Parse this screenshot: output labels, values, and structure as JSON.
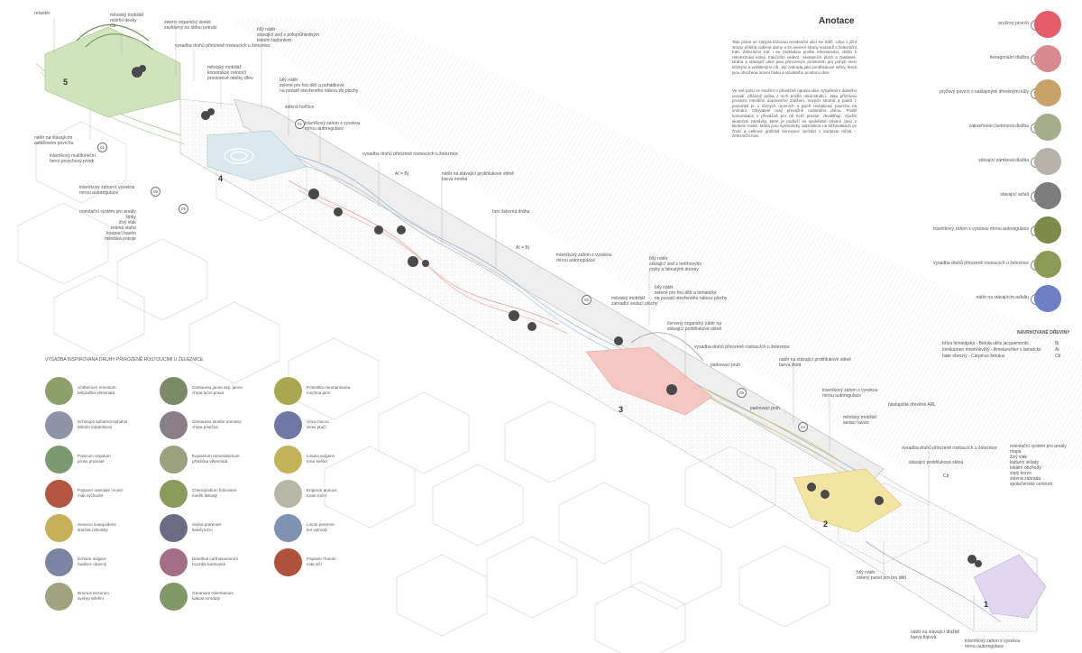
{
  "zones": [
    "5",
    "4",
    "3",
    "2",
    "1"
  ],
  "annotations": [
    "retardér",
    "městský mobiliář\nreliéfní desky\nCb",
    "zelený organický skelet\nzavěšený na stěnu potrubí",
    "bílý nátěr\nstávající zeď s poloprůhledným\nlesním bažantem",
    "vysadba druhů přirozeně rostoucích u železnice",
    "městský mobiliář\nkonstrukce celoročí\nprostorové otáčky dřev",
    "bílý nátěr\nzelené pro hru dětí a pohádkové\nna pozadí otevřeného nálezu do plochy",
    "zelená hořčice",
    "trávníkový zahon s vysokou\nmírou autoregulace",
    "nátěr na stávajícím\nasfaltovém povrchu",
    "trávníkový multifunkční\nherní povrchový prvek",
    "trávníkový zahon s vysokou\nmírou autoregulace",
    "orientační systém pro areály\nšipky\nživý vlak\nzelená stuha\nkoupací bazén\nměstská pokoje",
    "vysadba druhů přirozeně rostoucích u železnice",
    "nátěr na stávající protihlukové stěně\nbarva modrá",
    "AI = Bj",
    "hrní železná dráha",
    "AI = Bj",
    "trávníkový zahon s vysokou\nmírou autoregulace",
    "bílý nátěr\nstávající zeď s netrhovými\nprvky a listnatými stromy",
    "městský mobiliář\nzahradní sedací plochy",
    "bílý nátěr\nzelené pro hru dětí a tematické\nna pozadí otevřeného nálezu plochy",
    "červený organický nátěr na\nstávající protihlukové stěně",
    "vysadba druhů přirozeně rostoucích u železnice",
    "parkovací pruh",
    "nátěr na stávající protihlukové stěně\nbarva žlutá",
    "trávníkový zahon s vysokou\nmírou autoregulace",
    "parkovací pruh",
    "městský mobiliář\nsedací lavice",
    "nástupiště dřevěné ARL",
    "vysadba druhů přirozeně rostoucích u železnice",
    "stávající protihluková stěna",
    "Cb",
    "orientační systém pro areály\nmapa\nživý vlak\nkulturní sklady\nlokální obchody\nzlatý korzo\nzelená zahrada\nspolečenské centrum",
    "bílý nátěr\nzelený panel pro hru dětí",
    "nátěr na stávající dlažbě\nbarva fialová",
    "trávníkový zahon s vysokou\nmírou autoregulace"
  ],
  "anotace": {
    "title": "Anotace",
    "p1": "Tato práce se zabývá klíčovou rezidenční ulicí Ke Zdiří. Ulice z jižní strany přiléhá rodinné domy a ze severní strany sousedí s železniční tratí. Železniční trať i se zastávkou prošla rekonstrukcí, došlo k rekonstrukci kolejí, trakčního vedení, nástupních ploch a zastávek. Dráha a stávající ulice jsou přirozeným prostorem pro pohyb mezi blízkými a vzdálenými cíli. Její zahrada jako protihlukové stěny, která jsou ohrožena úrovní hluku a vizuálního prostoru ulice.",
    "p2": "Ve své práci se snažím o převážně úpravu ulice vytvářením dobrého pozadí, přičemž jedna z nich prošla rekonstrukcí. Jako příznivou prostoru menšího dopravního zatížení, nových stromů a parků z pozemků je v různých úrovních a jejich revitalizaci povrchu na vnímání. Obyvatelé mají převážně rodinného domu. Podél komunikace s převážně pro ně tvoří prostor, zkvalitňují. Využití skutečné zastávky, které je podloží ve spolehlivé trávení času v klidném místě. Místa jsou symbolicky zakreslena na křižovatkách ve čtvrtí a celková grafická koncepce vychází z kontextu místa – železniční trati."
  },
  "legend": [
    {
      "num": "01",
      "label": "pryžový povrch",
      "color": "#e35d6a"
    },
    {
      "num": "02",
      "label": "hexagonální dlažba",
      "color": "#d88a8e"
    },
    {
      "num": "03",
      "label": "pryžový povrch s nášlapnými dřevěnými kůly",
      "color": "#c9a26a"
    },
    {
      "num": "04",
      "label": "zatravňovací betonová dlažba",
      "color": "#a6ad8c"
    },
    {
      "num": "05",
      "label": "stávající zámková dlažba",
      "color": "#b7b3a8"
    },
    {
      "num": "06",
      "label": "stávající asfalt",
      "color": "#7d7d7d"
    },
    {
      "num": "07",
      "label": "trávníkový zahon s vysokou mírou autoregulace",
      "color": "#7d8a4a"
    },
    {
      "num": "08",
      "label": "vysadba druhů přirozeně rostoucích u železnice",
      "color": "#8c9a55"
    },
    {
      "num": "09",
      "label": "nátěr na stávajícím asfaltu",
      "color": "#6f7fc4"
    }
  ],
  "trees": {
    "title": "NAVRHOVANÉ DŘEVINY",
    "rows": [
      {
        "name": "bříza himalájská - Betula utilis jacquemontii",
        "code": "Bj"
      },
      {
        "name": "lomikámen mnohokvětý - Amelanchier x lamarckii",
        "code": "Al"
      },
      {
        "name": "habr obecný - Carpinus betulus",
        "code": "Cb"
      }
    ]
  },
  "plants": {
    "title": "VÝSADBA INSPIROVANÁ DRUHY PŘIROZENĚ ROSTOUCÍMI U ŽELEZNICE",
    "items": [
      {
        "lat": "Anthemum remosum",
        "cz": "bělozářka větevnatá",
        "color": "#8ea069"
      },
      {
        "lat": "Centaurea jacea ssp. jacea",
        "cz": "chrpa luční pravá",
        "color": "#7a8a66"
      },
      {
        "lat": "Potentilla neumanniana",
        "cz": "mochna jarní",
        "color": "#a9a752"
      },
      {
        "lat": "Echinops sphaerocephalus",
        "cz": "bělotrn kulatohlavý",
        "color": "#8f93a6"
      },
      {
        "lat": "Centaurea stoebe arenaria",
        "cz": "chrpa písečná",
        "color": "#8a7f86"
      },
      {
        "lat": "Vicia cracca",
        "cz": "vikev ptačí",
        "color": "#6f78a4"
      },
      {
        "lat": "Panicum virgatum",
        "cz": "proso prutnaté",
        "color": "#7c9a72"
      },
      {
        "lat": "Equisetum ramosissimum",
        "cz": "přeslička větevnatá",
        "color": "#9ba17d"
      },
      {
        "lat": "Linaria vulgaris",
        "cz": "lnice květel",
        "color": "#c2b25a"
      },
      {
        "lat": "Papaver orientale 'Anvia'",
        "cz": "mák východní",
        "color": "#b45542"
      },
      {
        "lat": "Chenopodium folicosum",
        "cz": "merlík listnatý",
        "color": "#8a9a5a"
      },
      {
        "lat": "Erigeron annuus",
        "cz": "turan roční",
        "color": "#b7b7a8"
      },
      {
        "lat": "Senecio inaequidens",
        "cz": "starček úzkolistý",
        "color": "#c7b158"
      },
      {
        "lat": "Salvia pratensis",
        "cz": "šalvěj luční",
        "color": "#6c6c84"
      },
      {
        "lat": "Linum perenne",
        "cz": "len vytrvalý",
        "color": "#7f92b4"
      },
      {
        "lat": "Echium vulgare",
        "cz": "hadinec obecný",
        "color": "#7b84a2"
      },
      {
        "lat": "Dianthus carthusianorum",
        "cz": "hvozdík kartouzek",
        "color": "#a46f86"
      },
      {
        "lat": "Papaver rhoeas",
        "cz": "mák vlčí",
        "color": "#b0513c"
      },
      {
        "lat": "Bromus tectorum",
        "cz": "sveřep střešní",
        "color": "#a3a27e"
      },
      {
        "lat": "Geranium robertianum",
        "cz": "kakost smrdutý",
        "color": "#7f9a66"
      }
    ]
  }
}
